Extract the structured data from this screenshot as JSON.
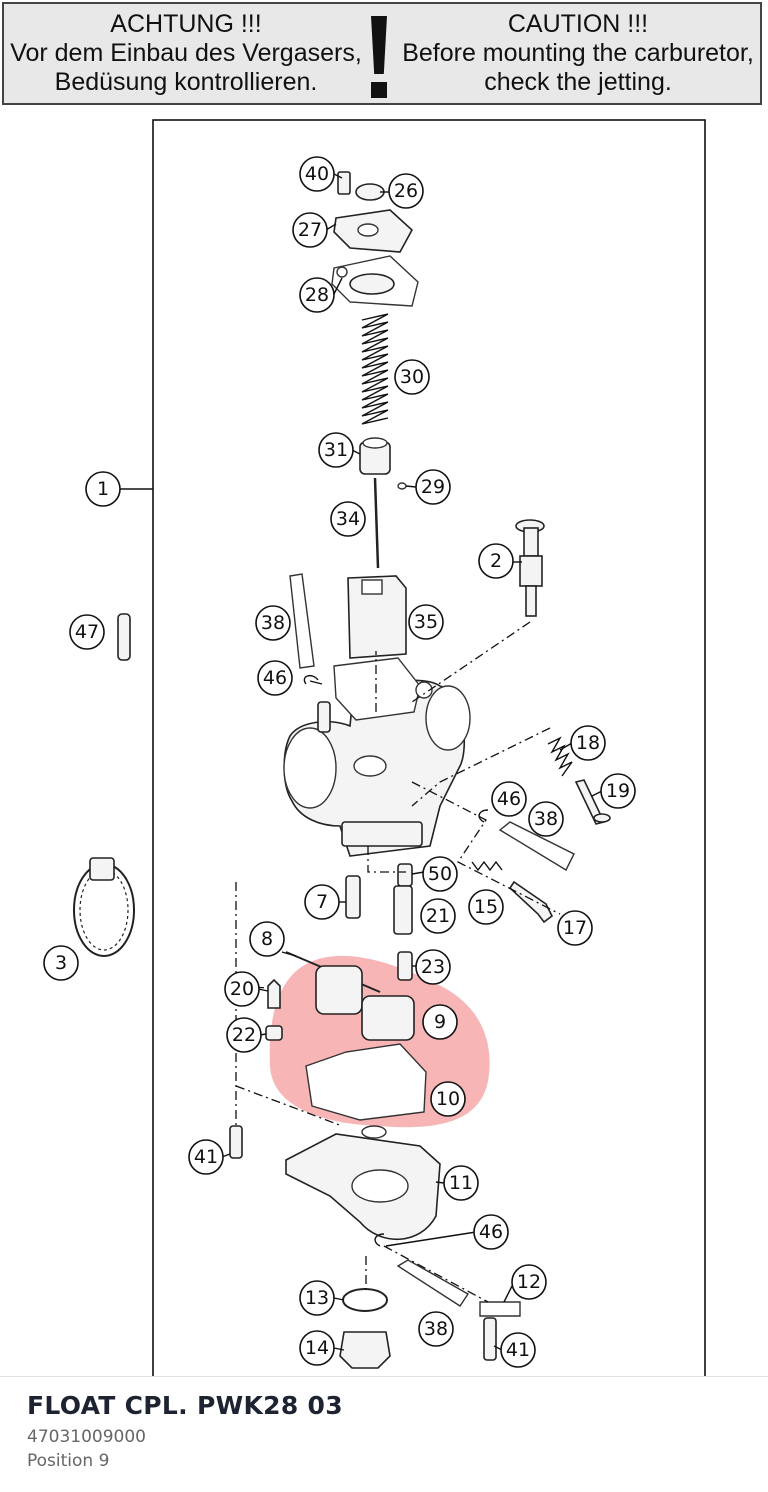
{
  "warning": {
    "de_lines": [
      "ACHTUNG !!!",
      "Vor dem Einbau des Vergasers,",
      "Bedüsung kontrollieren."
    ],
    "en_lines": [
      "CAUTION !!!",
      "Before mounting the carburetor,",
      "check the jetting."
    ]
  },
  "callouts": {
    "c40": "40",
    "c26": "26",
    "c27": "27",
    "c28": "28",
    "c30": "30",
    "c31": "31",
    "c29": "29",
    "c1": "1",
    "c34": "34",
    "c2": "2",
    "c47": "47",
    "c38a": "38",
    "c35": "35",
    "c46a": "46",
    "c18": "18",
    "c19": "19",
    "c46b": "46",
    "c38b": "38",
    "c7": "7",
    "c50": "50",
    "c21": "21",
    "c15": "15",
    "c17": "17",
    "c3": "3",
    "c8": "8",
    "c23": "23",
    "c20": "20",
    "c9": "9",
    "c22": "22",
    "c10": "10",
    "c41a": "41",
    "c11": "11",
    "c46c": "46",
    "c12": "12",
    "c13": "13",
    "c38c": "38",
    "c14": "14",
    "c41b": "41"
  },
  "highlight_color": "#f26b6b",
  "part": {
    "name": "FLOAT CPL. PWK28 03",
    "number": "47031009000",
    "position": "Position 9"
  }
}
